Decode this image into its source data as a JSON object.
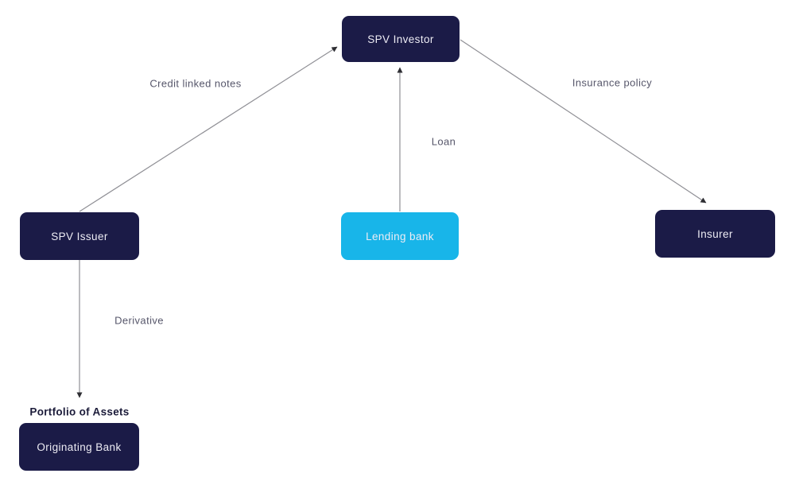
{
  "nodes": {
    "spv_investor": "SPV Investor",
    "spv_issuer": "SPV Issuer",
    "lending_bank": "Lending bank",
    "insurer": "Insurer",
    "originating_bank": "Originating Bank"
  },
  "edge_labels": {
    "credit_linked_notes": "Credit linked notes",
    "loan": "Loan",
    "insurance_policy": "Insurance policy",
    "derivative": "Derivative"
  },
  "text_labels": {
    "portfolio_of_assets": "Portfolio of Assets"
  },
  "edges": [
    {
      "from": "spv_issuer",
      "to": "spv_investor",
      "label": "Credit linked notes"
    },
    {
      "from": "lending_bank",
      "to": "spv_investor",
      "label": "Loan"
    },
    {
      "from": "spv_investor",
      "to": "insurer",
      "label": "Insurance policy"
    },
    {
      "from": "spv_issuer",
      "to": "portfolio_of_assets",
      "label": "Derivative"
    }
  ],
  "colors": {
    "node_dark": "#1b1b47",
    "node_accent": "#18b5e9",
    "node_text": "#edecf4",
    "edge_label_text": "#56566a",
    "edge_line": "#8f8f95",
    "arrowhead": "#2e2e33",
    "portfolio_text": "#1c1c3a",
    "background": "#ffffff"
  }
}
